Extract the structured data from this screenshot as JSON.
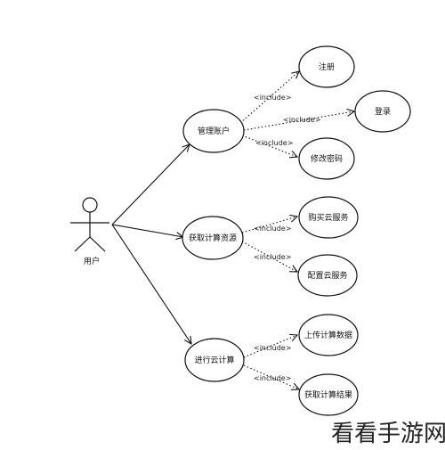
{
  "actor": {
    "label": "用户"
  },
  "use_cases": {
    "manage_account": "管理账户",
    "get_resources": "获取计算资源",
    "cloud_compute": "进行云计算",
    "register": "注册",
    "login": "登录",
    "change_password": "修改密码",
    "buy_service": "购买云服务",
    "config_service": "配置云服务",
    "upload_data": "上传计算数据",
    "get_result": "获取计算结果"
  },
  "relation": {
    "include": "<include>"
  },
  "watermark": "看看手游网"
}
